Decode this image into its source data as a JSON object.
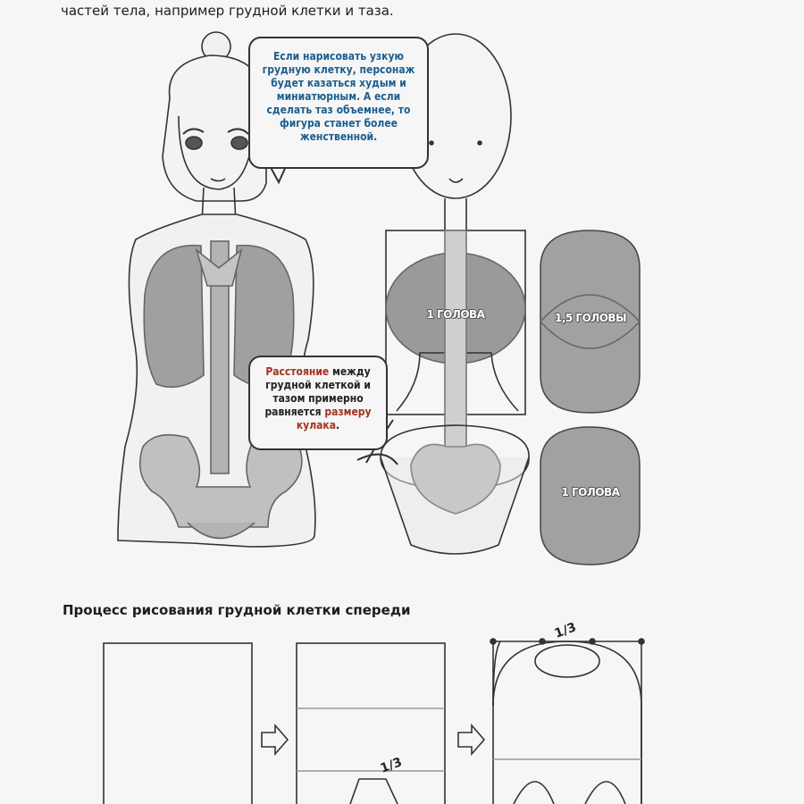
{
  "intro": {
    "text": "частей тела, например грудной клетки и таза."
  },
  "callouts": {
    "top": "Если нарисовать узкую грудную клетку, персонаж будет казаться худым и миниатюрным. А если сделать таз объемнее, то фигура станет более женственной.",
    "middle": {
      "part1": "Расстояние",
      "part2": " между грудной клеткой и тазом примерно равняется ",
      "part3": "размеру кулака",
      "part4": "."
    }
  },
  "labels": {
    "rib_box": "1 ГОЛОВА",
    "side_upper": "1,5 ГОЛОВЫ",
    "side_lower": "1 ГОЛОВА"
  },
  "section": {
    "title": "Процесс рисования грудной клетки спереди"
  },
  "steps": {
    "step2_fraction": "1/3",
    "step3_fraction": "1/3"
  },
  "icons": [
    "arrow-right-icon",
    "arrow-right-icon"
  ],
  "colors": {
    "blue_text": "#1d5e8e",
    "red_text": "#a2321f",
    "shape_gray": "#9a9a9a"
  }
}
